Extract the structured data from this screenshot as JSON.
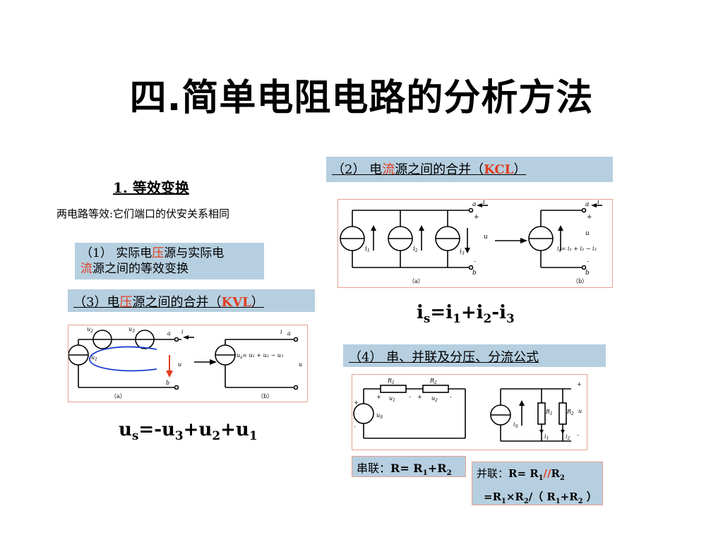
{
  "slide": {
    "title": "四.简单电阻电路的分析方法",
    "section1": {
      "heading": "1. 等效变换",
      "desc": "两电路等效:它们端口的伏安关系相同"
    },
    "box1": {
      "p1": "（1） 实际电",
      "r1": "压",
      "p2": "源与实际电",
      "r2": "流",
      "p3": "源之间的等效变换"
    },
    "box2": {
      "p1": "（2） 电",
      "r1": "流",
      "p2": "源之间的合并（",
      "r2": "KCL",
      "p3": "）"
    },
    "box3": {
      "p1": "（3）电",
      "r1": "压",
      "p2": "源之间的合并（",
      "r2": "KVL",
      "p3": "）"
    },
    "box4": {
      "text": "（4） 串、并联及分压、分流公式"
    },
    "formula_is": {
      "main": "i",
      "sub0": "s",
      "eq": "=i",
      "sub1": "1",
      "plus": "+i",
      "sub2": "2",
      "minus": "-i",
      "sub3": "3"
    },
    "formula_us": {
      "main": "u",
      "sub0": "s",
      "eq": "=-u",
      "sub1": "3",
      "plus1": "+u",
      "sub2": "2",
      "plus2": "+u",
      "sub3": "1"
    },
    "series": {
      "label": "串联：",
      "r": "R= R",
      "s1": "1",
      "plus": "+R",
      "s2": "2"
    },
    "parallel": {
      "label": "并联：",
      "r": "R= R",
      "s1": "1",
      "slash": "//",
      "rr": "R",
      "s2": "2",
      "l2a": "=R",
      "l2s1": "1",
      "times": "×R",
      "l2s2": "2",
      "div": "/（ R",
      "l2s3": "1",
      "plus": "+R",
      "l2s4": "2",
      "close": " ）"
    },
    "circuit_kcl": {
      "label_a": "（a）",
      "label_b": "（b）",
      "node_a": "a",
      "node_b": "b",
      "cur": "i",
      "volt": "u",
      "plus": "+",
      "minus": "-",
      "i1": "i",
      "i2": "i",
      "i3": "i",
      "s1": "1",
      "s2": "2",
      "s3": "3",
      "eq": "i",
      "eq_rest": "= i₁ + i₂ − i₃",
      "eq_sub": "s"
    },
    "circuit_kvl": {
      "label_a": "（a）",
      "label_b": "（b）",
      "u1": "u",
      "u2": "u",
      "u3": "u",
      "s1": "1",
      "s2": "2",
      "s3": "3",
      "node_a": "a",
      "node_b": "b",
      "cur": "i",
      "volt": "u",
      "eq": "u",
      "eq_sub": "s",
      "eq_rest": "= u₁ + u₂ − u₃"
    },
    "circuit_series": {
      "R1": "R",
      "R2": "R",
      "s1": "1",
      "s2": "2",
      "u1": "u",
      "u2": "u",
      "us": "u",
      "us_sub": "S",
      "plus": "+",
      "minus": "-",
      "is": "i",
      "is_sub": "S",
      "i1": "i",
      "i2": "i",
      "u": "u"
    }
  }
}
